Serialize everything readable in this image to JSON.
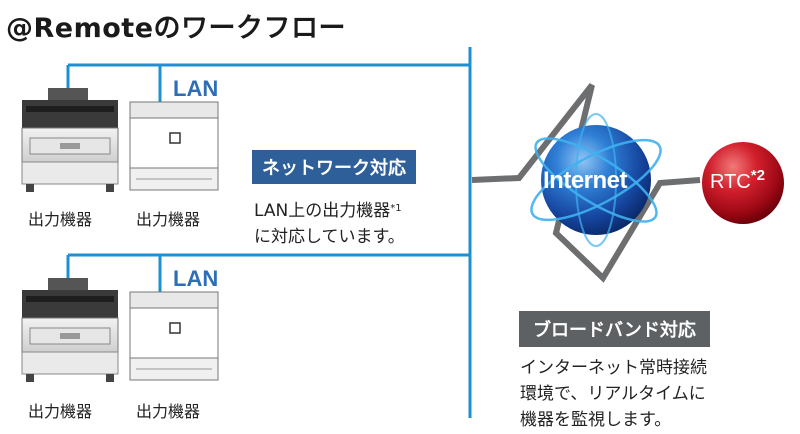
{
  "title": "@Remoteのワークフロー",
  "lan_label": "LAN",
  "device_label": "出力機器",
  "network_badge": "ネットワーク対応",
  "network_note": {
    "line1": "LAN上の出力機器",
    "line1_sup": "*1",
    "line2": "に対応しています。"
  },
  "internet_label": "Internet",
  "rtc": {
    "label": "RTC",
    "sup": "*2"
  },
  "broadband_badge": "ブロードバンド対応",
  "broadband_note": {
    "line1": "インターネット常時接続",
    "line2": "環境で、リアルタイムに",
    "line3": "機器を監視します。"
  },
  "colors": {
    "lan_line": "#1e8fd0",
    "lan_text": "#2f6eb5",
    "badge_blue": "#2e5f98",
    "badge_gray": "#5e6163",
    "globe": "#1f5fb4",
    "rtc_sphere": "#b8101e",
    "zigzag": "#6d6e70"
  }
}
